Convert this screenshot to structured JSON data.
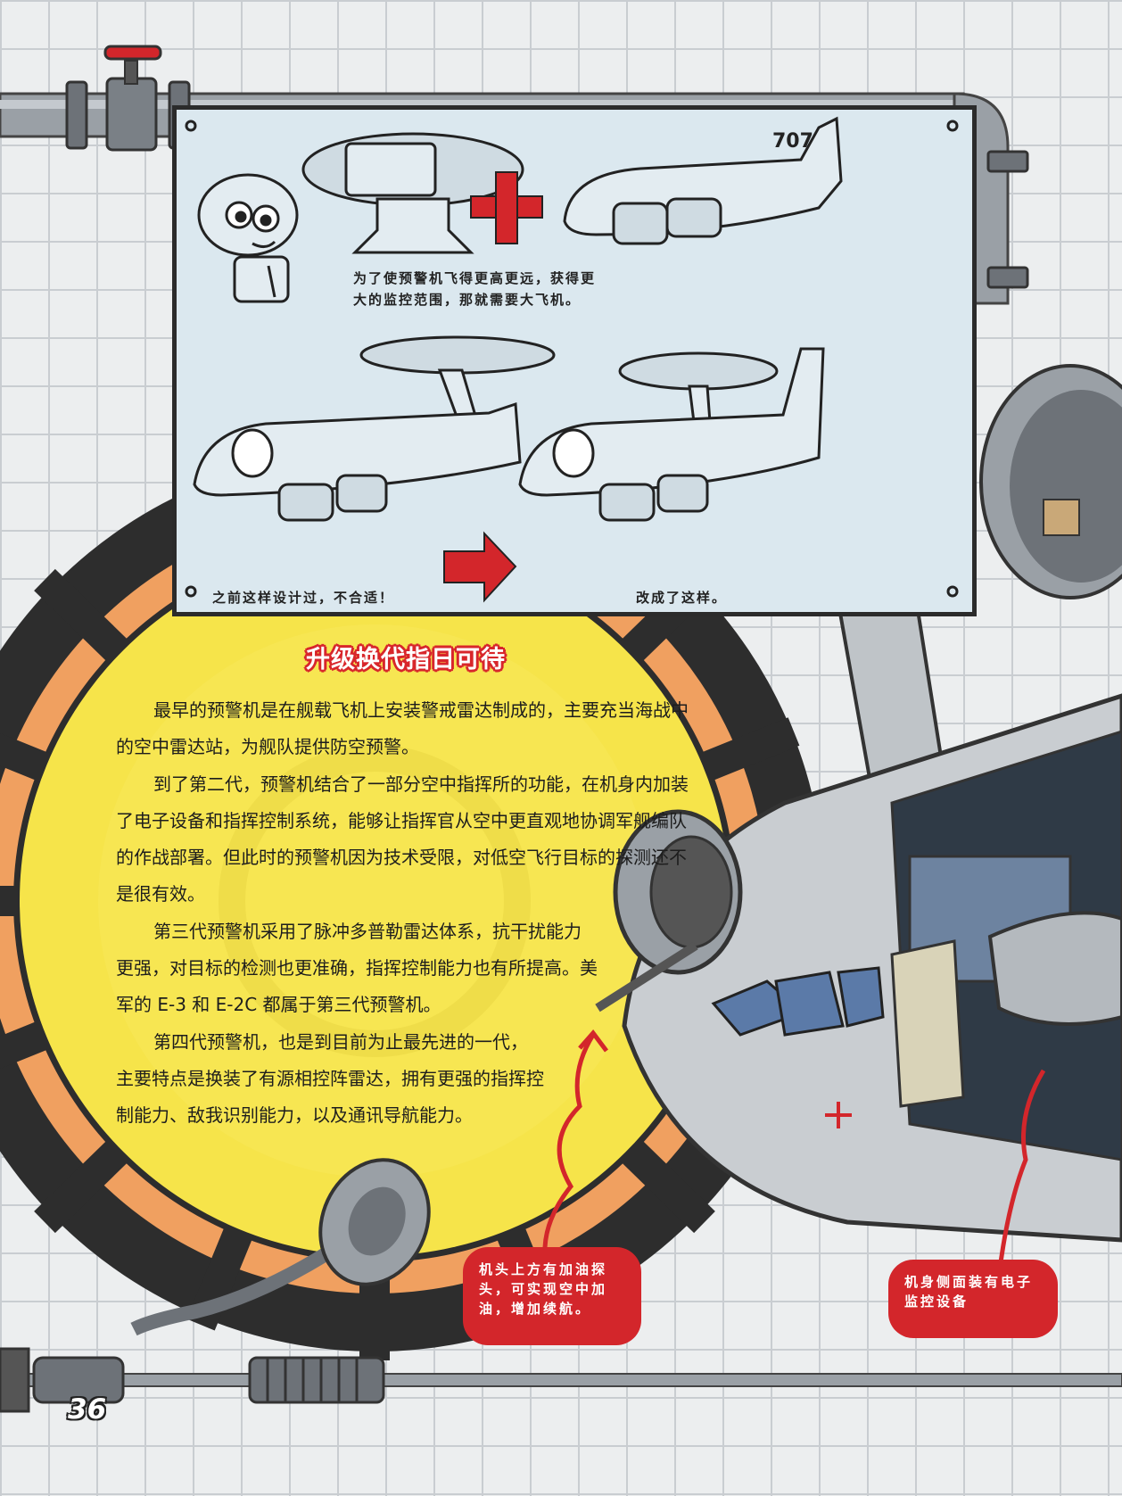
{
  "sketch": {
    "caption_top": "为了使预警机飞得更高更远，获得更\n大的监控范围，那就需要大飞机。",
    "caption_left": "之前这样设计过，不合适！",
    "caption_right": "改成了这样。",
    "tail_number": "707"
  },
  "section": {
    "title": "升级换代指日可待",
    "paragraphs": [
      "最早的预警机是在舰载飞机上安装警戒雷达制成的，主要充当海战中的空中雷达站，为舰队提供防空预警。",
      "到了第二代，预警机结合了一部分空中指挥所的功能，在机身内加装了电子设备和指挥控制系统，能够让指挥官从空中更直观地协调军舰编队的作战部署。但此时的预警机因为技术受限，对低空飞行目标的探测还不是很有效。",
      "第三代预警机采用了脉冲多普勒雷达体系，抗干扰能力更强，对目标的检测也更准确，指挥控制能力也有所提高。美军的 E-3 和 E-2C 都属于第三代预警机。",
      "第四代预警机，也是到目前为止最先进的一代，主要特点是换装了有源相控阵雷达，拥有更强的指挥控制能力、敌我识别能力，以及通讯导航能力。"
    ]
  },
  "callouts": {
    "probe": "机头上方有加油探头，可实现空中加油，增加续航。",
    "fuselage": "机身侧面装有电子监控设备"
  },
  "page_number": "36",
  "colors": {
    "accent_red": "#d3262b",
    "yellow": "#f6e44a",
    "ring_dark": "#2d2d2d",
    "ring_orange": "#f0a060",
    "whiteboard": "#dbe8ef"
  }
}
